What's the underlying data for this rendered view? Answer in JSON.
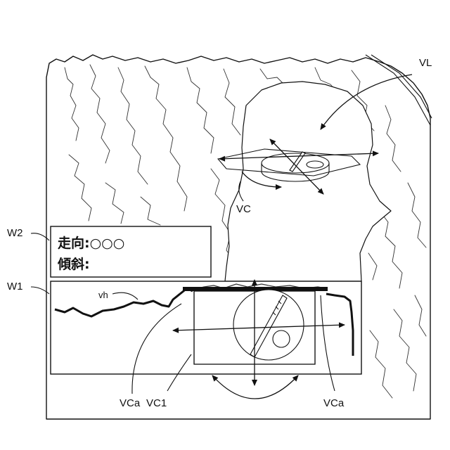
{
  "labels": {
    "vl": "VL",
    "vc": "VC",
    "w2": "W2",
    "w1": "W1",
    "vh": "vh",
    "vca_left": "VCa",
    "vc1": "VC1",
    "vca_right": "VCa"
  },
  "info_window": {
    "strike_line": "走向:○○○",
    "dip_line": "傾斜:"
  }
}
